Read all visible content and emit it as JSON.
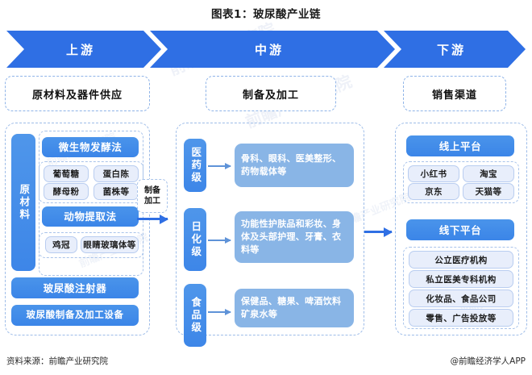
{
  "title": "图表1：玻尿酸产业链",
  "banner": {
    "segments": [
      {
        "label": "上游"
      },
      {
        "label": "中游"
      },
      {
        "label": "下游"
      }
    ]
  },
  "sections": {
    "upstream": {
      "header": "原材料及器件供应",
      "vertical_label": "原材料",
      "methods": [
        {
          "name": "微生物发酵法",
          "materials": [
            "葡萄糖",
            "蛋白陈",
            "酵母粉",
            "菌株等"
          ]
        },
        {
          "name": "动物提取法",
          "materials": [
            "鸡冠",
            "眼睛玻璃体等"
          ]
        }
      ],
      "equipment": [
        "玻尿酸注射器",
        "玻尿酸制备及加工设备"
      ]
    },
    "midstream": {
      "header": "制备及加工",
      "grades": [
        {
          "label": "医药级",
          "applications": "骨科、眼科、医美整形、药物载体等"
        },
        {
          "label": "日化级",
          "applications": "功能性护肤品和彩妆、身体及头部护理、牙膏、衣料等"
        },
        {
          "label": "食品级",
          "applications": "保健品、糖果、啤酒饮料矿泉水等"
        }
      ]
    },
    "downstream": {
      "header": "销售渠道",
      "channels": [
        {
          "name": "线上平台",
          "items": [
            "小红书",
            "淘宝",
            "京东",
            "天猫等"
          ]
        },
        {
          "name": "线下平台",
          "items": [
            "公立医疗机构",
            "私立医美专科机构",
            "化妆品、食品公司",
            "零售、广告投放等"
          ]
        }
      ]
    }
  },
  "connectors": {
    "upstream_to_midstream": {
      "line1": "制备",
      "line2": "加工"
    }
  },
  "footer": {
    "source": "资料来源：前瞻产业研究院",
    "brand": "@前瞻经济学人APP"
  },
  "watermark": {
    "text": "前瞻产业研究院"
  },
  "colors": {
    "banner_blue": "#2f6fe4",
    "box_blue": "#3f89e8",
    "content_blue": "#89b5e6",
    "pill_bg": "#e8eefb",
    "dash_border": "#9dbce8"
  }
}
